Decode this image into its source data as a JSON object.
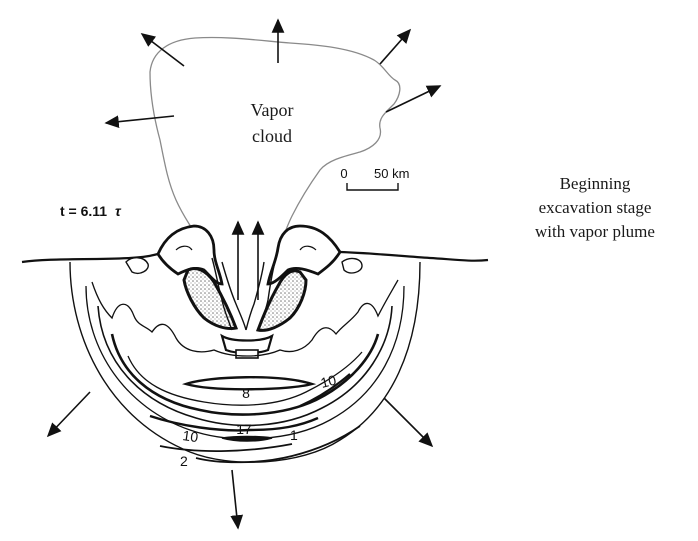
{
  "cloud_label": {
    "line1": "Vapor",
    "line2": "cloud"
  },
  "time_label": "t = 6.11",
  "time_symbol": "τ",
  "scale": {
    "zero": "0",
    "value": "50 km"
  },
  "caption": {
    "line1": "Beginning",
    "line2": "excavation stage",
    "line3": "with vapor plume"
  },
  "contour_labels": {
    "eight": "8",
    "ten_right": "10",
    "ten_left": "10",
    "seventeen": "17",
    "one": "1",
    "two": "2"
  },
  "colors": {
    "ink": "#111111",
    "cloud_outline": "#8a8a8a",
    "stipple": "#9a9a9a"
  }
}
